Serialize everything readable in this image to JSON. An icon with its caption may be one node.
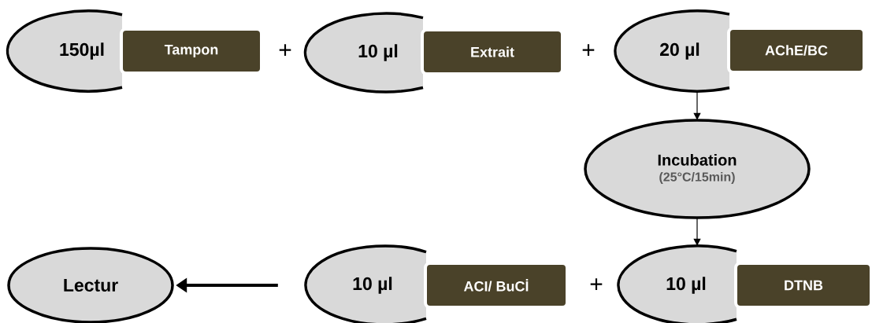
{
  "diagram": {
    "nodes": [
      {
        "text": [
          "150µl"
        ]
      },
      {
        "text": [
          "Tampon"
        ]
      },
      {
        "text": [
          "10 µl"
        ]
      },
      {
        "text": [
          "Extrait"
        ]
      },
      {
        "text": [
          "20 µl"
        ]
      },
      {
        "text": [
          "AChE/BC"
        ]
      },
      {
        "text": [
          "Incubation",
          "(25°C/15min)"
        ]
      },
      {
        "text": [
          "Lectur"
        ]
      },
      {
        "text": [
          "10 µl"
        ]
      },
      {
        "text": [
          "ACI/ BuCİ"
        ]
      },
      {
        "text": [
          "10 µl"
        ]
      },
      {
        "text": [
          "DTNB"
        ]
      }
    ],
    "edges": [
      {
        "from": 4,
        "to": 6,
        "arrow": "to"
      },
      {
        "from": 6,
        "to": 10,
        "arrow": "to"
      },
      {
        "from": 8,
        "to": 7,
        "arrow": "to",
        "style": "thick"
      }
    ],
    "labels": [
      "+",
      "+",
      "+"
    ]
  }
}
